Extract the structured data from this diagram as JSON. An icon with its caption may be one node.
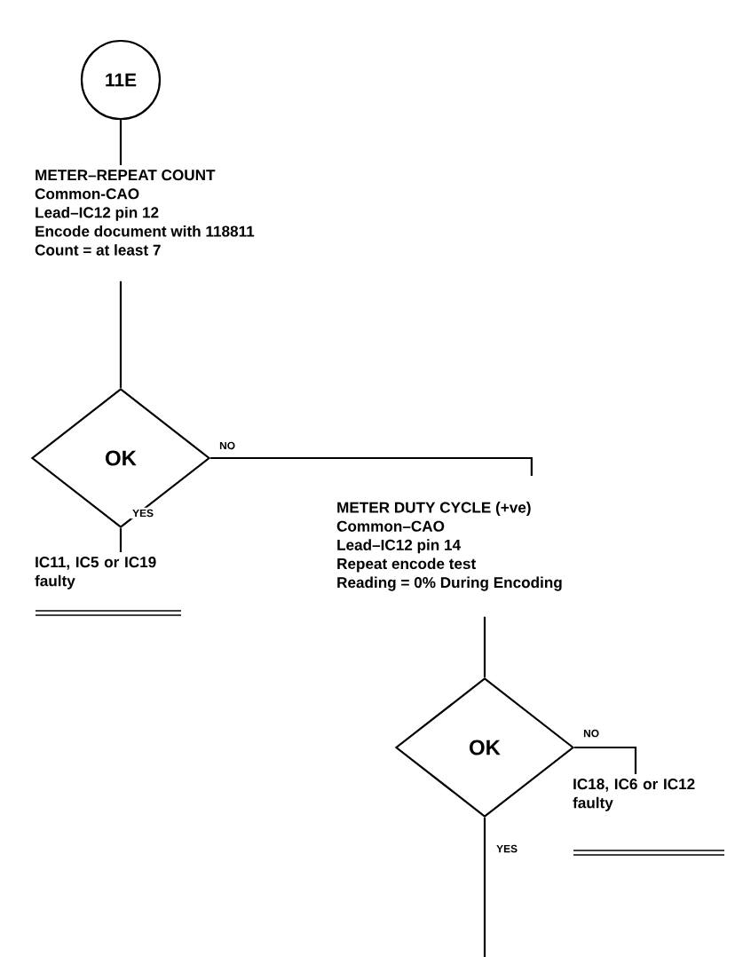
{
  "diagram": {
    "nodes": [
      {
        "text": [
          "11E"
        ]
      },
      {
        "text": [
          "METER–REPEAT COUNT",
          "Common-CAO",
          "Lead–IC12 pin 12",
          "Encode document with 118811",
          "Count = at least 7"
        ]
      },
      {
        "text": [
          "OK"
        ]
      },
      {
        "text": [
          "IC11, IC5 or IC19 faulty"
        ]
      },
      {
        "text": [
          "METER DUTY CYCLE (+ve)",
          "Common–CAO",
          "Lead–IC12 pin 14",
          "Repeat encode test",
          "Reading = 0% During Encoding"
        ]
      },
      {
        "text": [
          "OK"
        ]
      },
      {
        "text": [
          "IC18, IC6 or IC12 faulty"
        ]
      }
    ],
    "edges": [
      {
        "from": 0,
        "to": 1,
        "arrow": "none"
      },
      {
        "from": 1,
        "to": 2,
        "arrow": "none"
      },
      {
        "from": 2,
        "to": 3,
        "arrow": "none",
        "label": "YES"
      },
      {
        "from": 2,
        "to": 4,
        "arrow": "none",
        "label": "NO"
      },
      {
        "from": 4,
        "to": 5,
        "arrow": "none"
      },
      {
        "from": 5,
        "to": 6,
        "arrow": "none",
        "label": "NO"
      },
      {
        "from": 5,
        "to": null,
        "arrow": "none",
        "label": "YES"
      }
    ]
  }
}
